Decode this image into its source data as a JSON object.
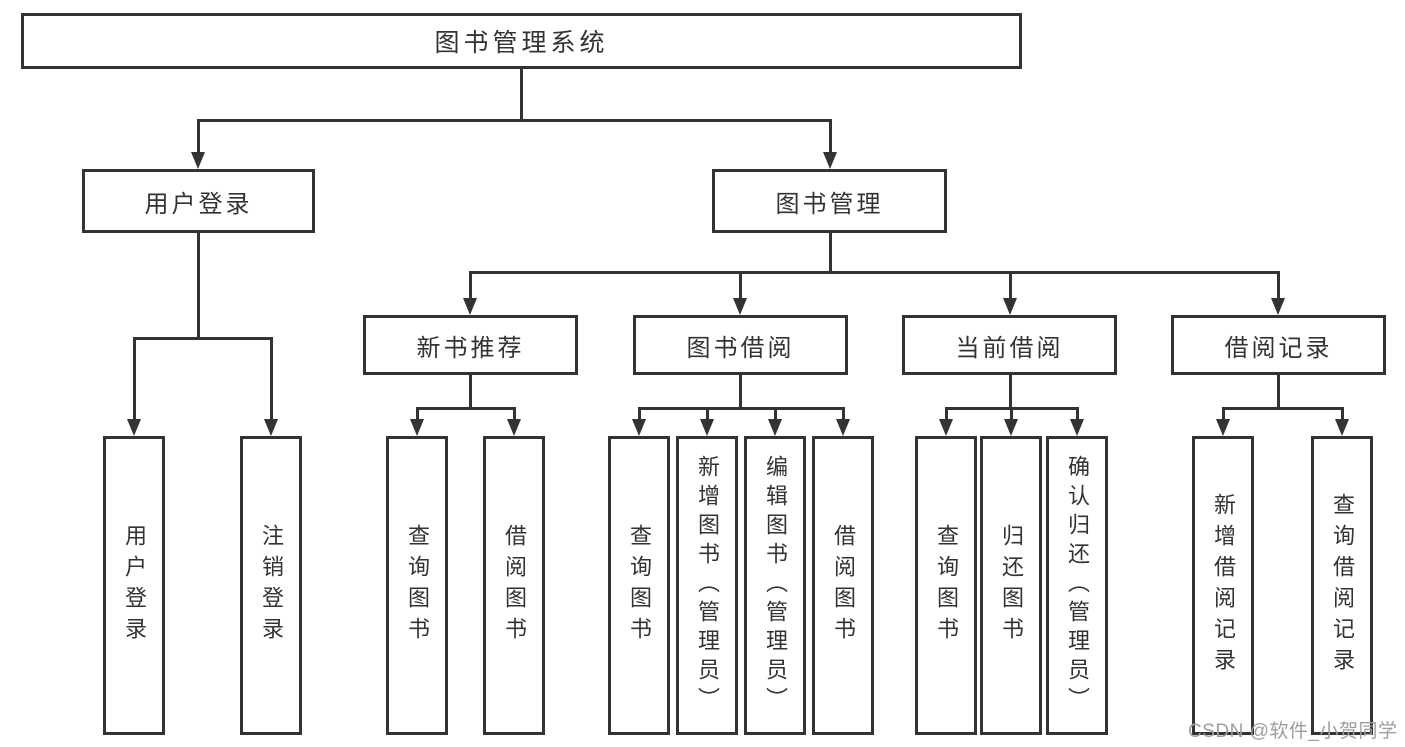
{
  "diagram": {
    "root": {
      "label": "图书管理系统"
    },
    "level2": [
      {
        "label": "用户登录"
      },
      {
        "label": "图书管理"
      }
    ],
    "level3": [
      {
        "label": "新书推荐",
        "parent": "图书管理"
      },
      {
        "label": "图书借阅",
        "parent": "图书管理"
      },
      {
        "label": "当前借阅",
        "parent": "图书管理"
      },
      {
        "label": "借阅记录",
        "parent": "图书管理"
      }
    ],
    "leaves": [
      {
        "label": "用户登录",
        "parent": "用户登录"
      },
      {
        "label": "注销登录",
        "parent": "用户登录"
      },
      {
        "label": "查询图书",
        "parent": "新书推荐"
      },
      {
        "label": "借阅图书",
        "parent": "新书推荐"
      },
      {
        "label": "查询图书",
        "parent": "图书借阅"
      },
      {
        "label": "新增图书（管理员）",
        "parent": "图书借阅"
      },
      {
        "label": "编辑图书（管理员）",
        "parent": "图书借阅"
      },
      {
        "label": "借阅图书",
        "parent": "图书借阅"
      },
      {
        "label": "查询图书",
        "parent": "当前借阅"
      },
      {
        "label": "归还图书",
        "parent": "当前借阅"
      },
      {
        "label": "确认归还（管理员）",
        "parent": "当前借阅"
      },
      {
        "label": "新增借阅记录",
        "parent": "借阅记录"
      },
      {
        "label": "查询借阅记录",
        "parent": "借阅记录"
      }
    ]
  },
  "watermark": {
    "text": "CSDN @软件_小贺同学",
    "color": "#9e9e9e"
  },
  "colors": {
    "line": "#333333",
    "text": "#333333",
    "background": "#ffffff"
  }
}
